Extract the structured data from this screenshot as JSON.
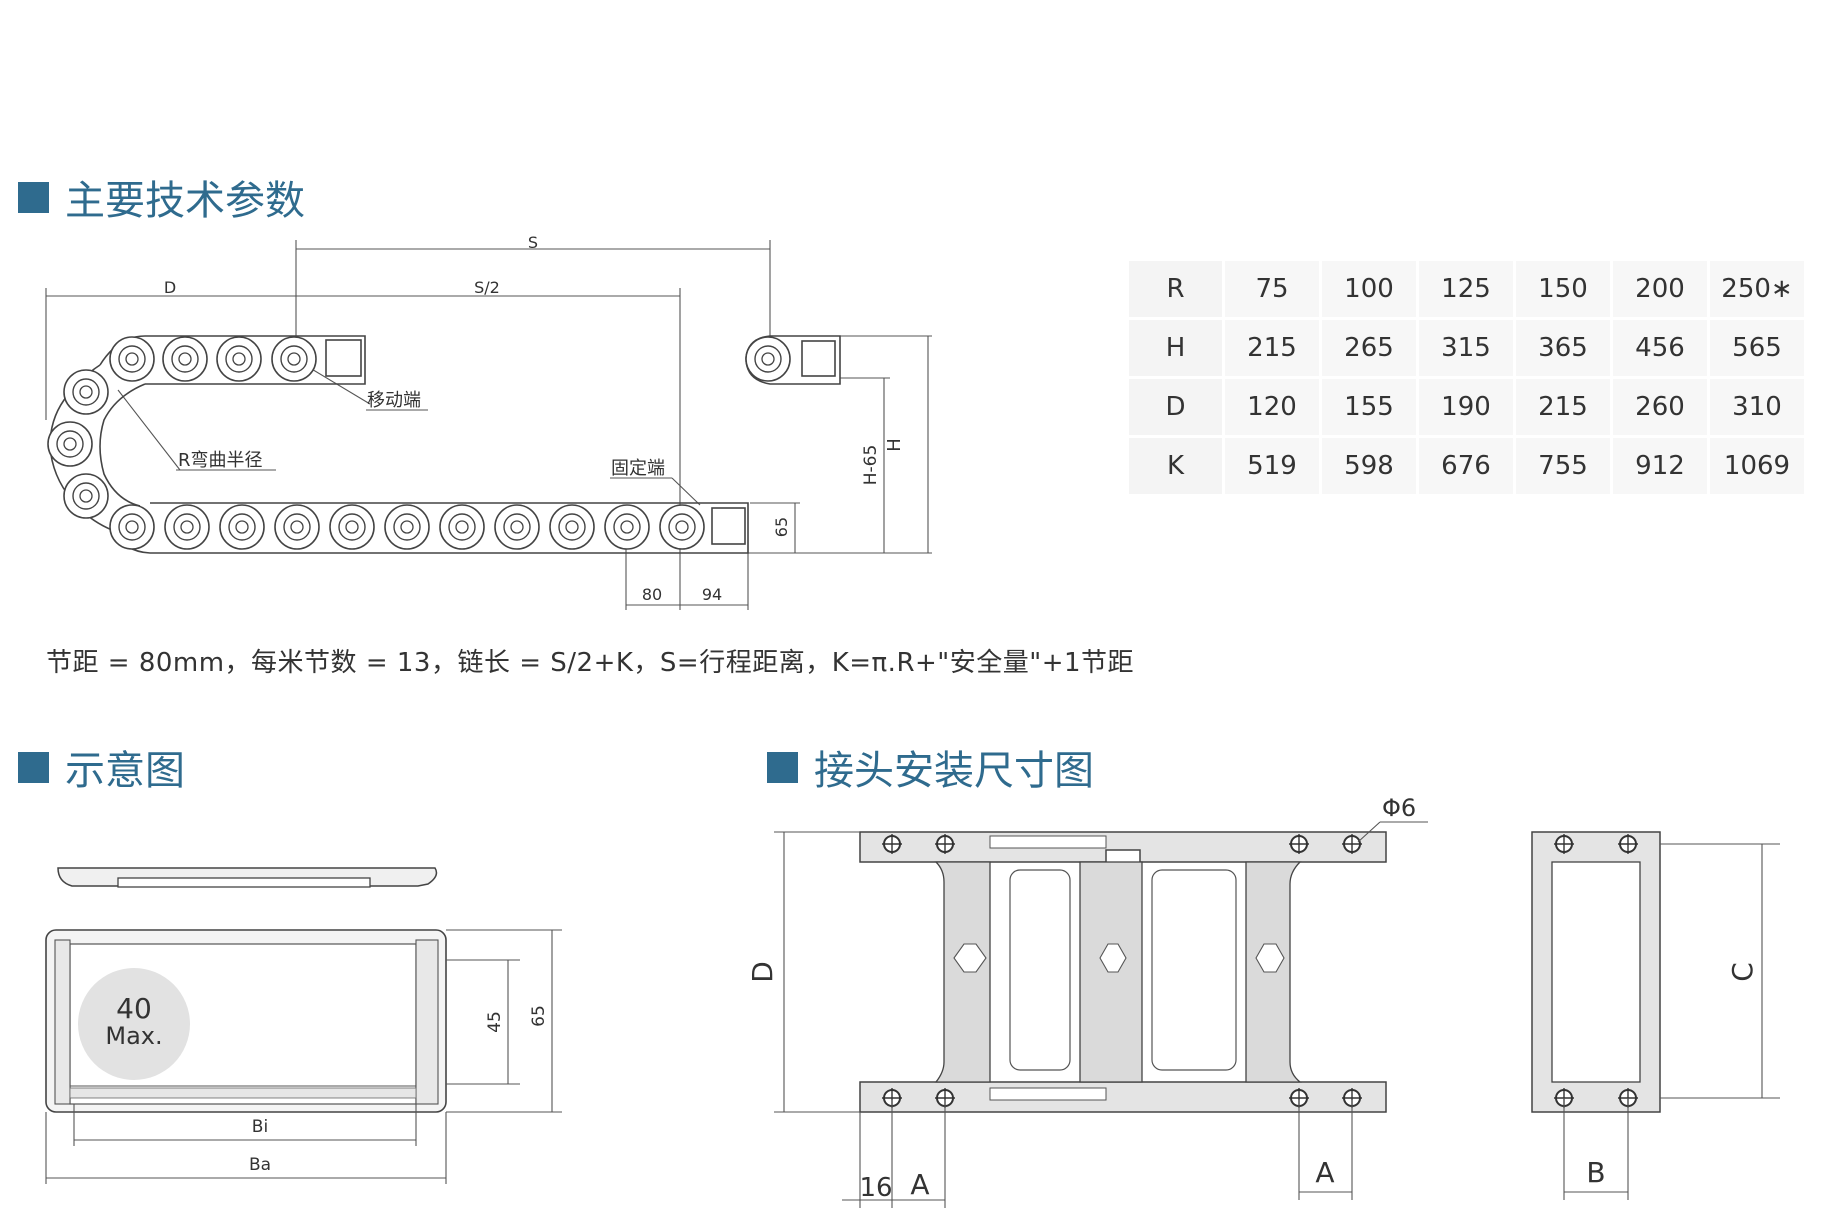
{
  "sections": {
    "main_params": "主要技术参数",
    "schematic": "示意图",
    "install": "接头安装尺寸图"
  },
  "chain_drawing": {
    "dim_S": "S",
    "dim_D": "D",
    "dim_S2": "S/2",
    "label_moving": "移动端",
    "label_radius": "R弯曲半径",
    "label_fixed": "固定端",
    "dim_H": "H",
    "dim_H65": "H-65",
    "dim_65": "65",
    "dim_80": "80",
    "dim_94": "94"
  },
  "formula": "节距 = 80mm，每米节数 = 13，链长 = S/2+K，S=行程距离，K=π.R+\"安全量\"+1节距",
  "table": {
    "rows": [
      {
        "label": "R",
        "values": [
          "75",
          "100",
          "125",
          "150",
          "200",
          "250∗"
        ]
      },
      {
        "label": "H",
        "values": [
          "215",
          "265",
          "315",
          "365",
          "456",
          "565"
        ]
      },
      {
        "label": "D",
        "values": [
          "120",
          "155",
          "190",
          "215",
          "260",
          "310"
        ]
      },
      {
        "label": "K",
        "values": [
          "519",
          "598",
          "676",
          "755",
          "912",
          "1069"
        ]
      }
    ]
  },
  "schematic_drawing": {
    "circle_value": "40",
    "circle_unit": "Max.",
    "dim_45": "45",
    "dim_65": "65",
    "dim_Bi": "Bi",
    "dim_Ba": "Ba"
  },
  "install_drawing": {
    "dim_phi6": "Φ6",
    "dim_D": "D",
    "dim_16": "16",
    "dim_A_left": "A",
    "dim_A_right": "A",
    "dim_C": "C",
    "dim_B": "B"
  }
}
